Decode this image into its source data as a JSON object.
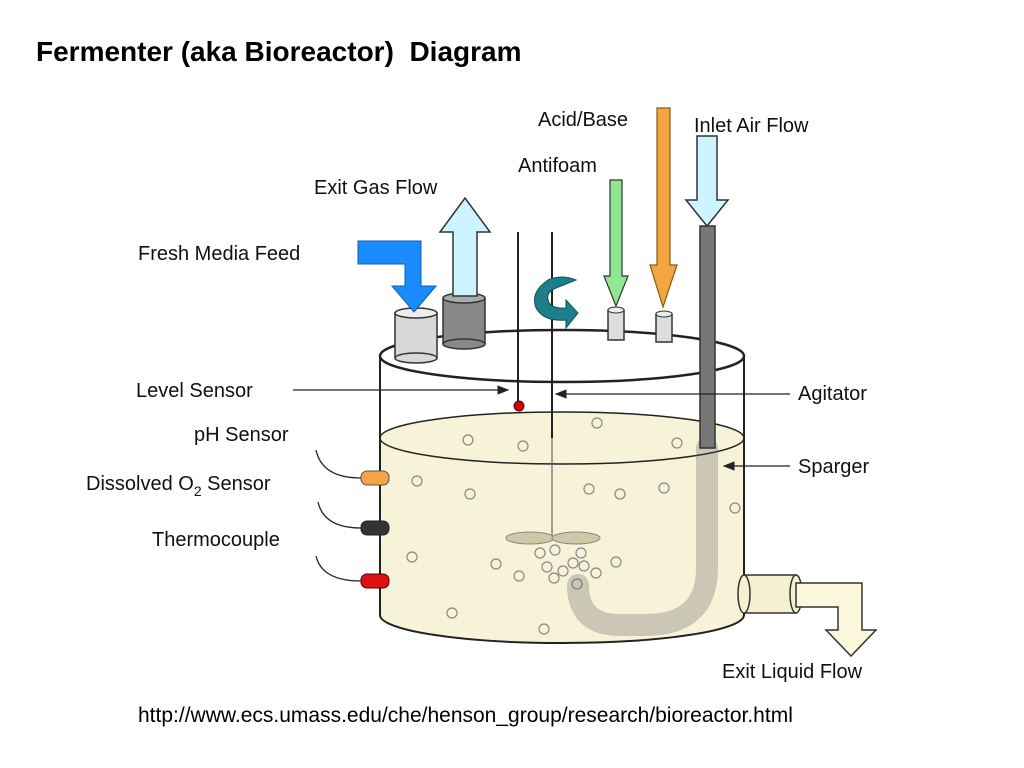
{
  "title": "Fermenter (aka Bioreactor)  Diagram",
  "source_url": "http://www.ecs.umass.edu/che/henson_group/research/bioreactor.html",
  "labels": {
    "acid_base": "Acid/Base",
    "inlet_air_flow": "Inlet Air Flow",
    "antifoam": "Antifoam",
    "exit_gas_flow": "Exit Gas Flow",
    "fresh_media_feed": "Fresh Media Feed",
    "level_sensor": "Level Sensor",
    "agitator": "Agitator",
    "ph_sensor": "pH Sensor",
    "sparger": "Sparger",
    "dissolved_o2_prefix": "Dissolved O",
    "dissolved_o2_subscript": "2",
    "dissolved_o2_suffix": " Sensor",
    "thermocouple": "Thermocouple",
    "exit_liquid_flow": "Exit Liquid Flow"
  },
  "colors": {
    "fresh_media_arrow": "#1a8cff",
    "exit_gas_arrow": "#ccf5ff",
    "acid_base_arrow": "#f5a442",
    "antifoam_arrow": "#8fe88f",
    "inlet_air_arrow": "#ccf5ff",
    "liquid": "#f7f3d9",
    "agitator_rotation": "#1e7f8c",
    "level_sensor_dot": "#cc0000",
    "ph_sensor": "#f5a442",
    "o2_sensor": "#333333",
    "thermocouple": "#dd1111"
  }
}
